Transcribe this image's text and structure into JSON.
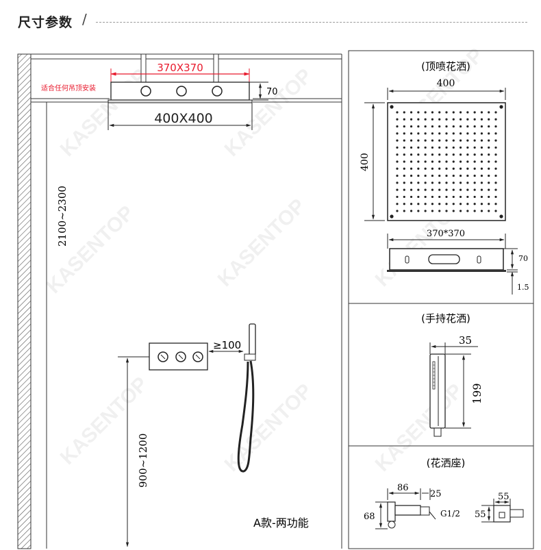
{
  "header": {
    "title": "尺寸参数"
  },
  "watermark": "KASENTOP",
  "left_panel": {
    "ceiling_note": "适合任何吊顶安装",
    "dim_370": "370X370",
    "dim_400": "400X400",
    "dim_70": "70",
    "dim_height_range": "2100~2300",
    "dim_valve_height": "900~1200",
    "dim_gap": "≥100",
    "model_label": "A款-两功能"
  },
  "top_panel": {
    "title": "(顶喷花洒)",
    "dim_width": "400",
    "dim_height": "400",
    "dim_inner": "370*370",
    "dim_thickness": "70",
    "dim_flange": "1.5"
  },
  "hand_panel": {
    "title": "(手持花洒)",
    "dim_width": "35",
    "dim_length": "199"
  },
  "seat_panel": {
    "title": "(花洒座)",
    "dim_86": "86",
    "dim_25": "25",
    "dim_68": "68",
    "dim_thread": "G1/2",
    "dim_55_top": "55",
    "dim_55_side": "55"
  },
  "colors": {
    "accent_red": "#e8192c",
    "line": "#222222",
    "wall_hatch": "#555555"
  }
}
